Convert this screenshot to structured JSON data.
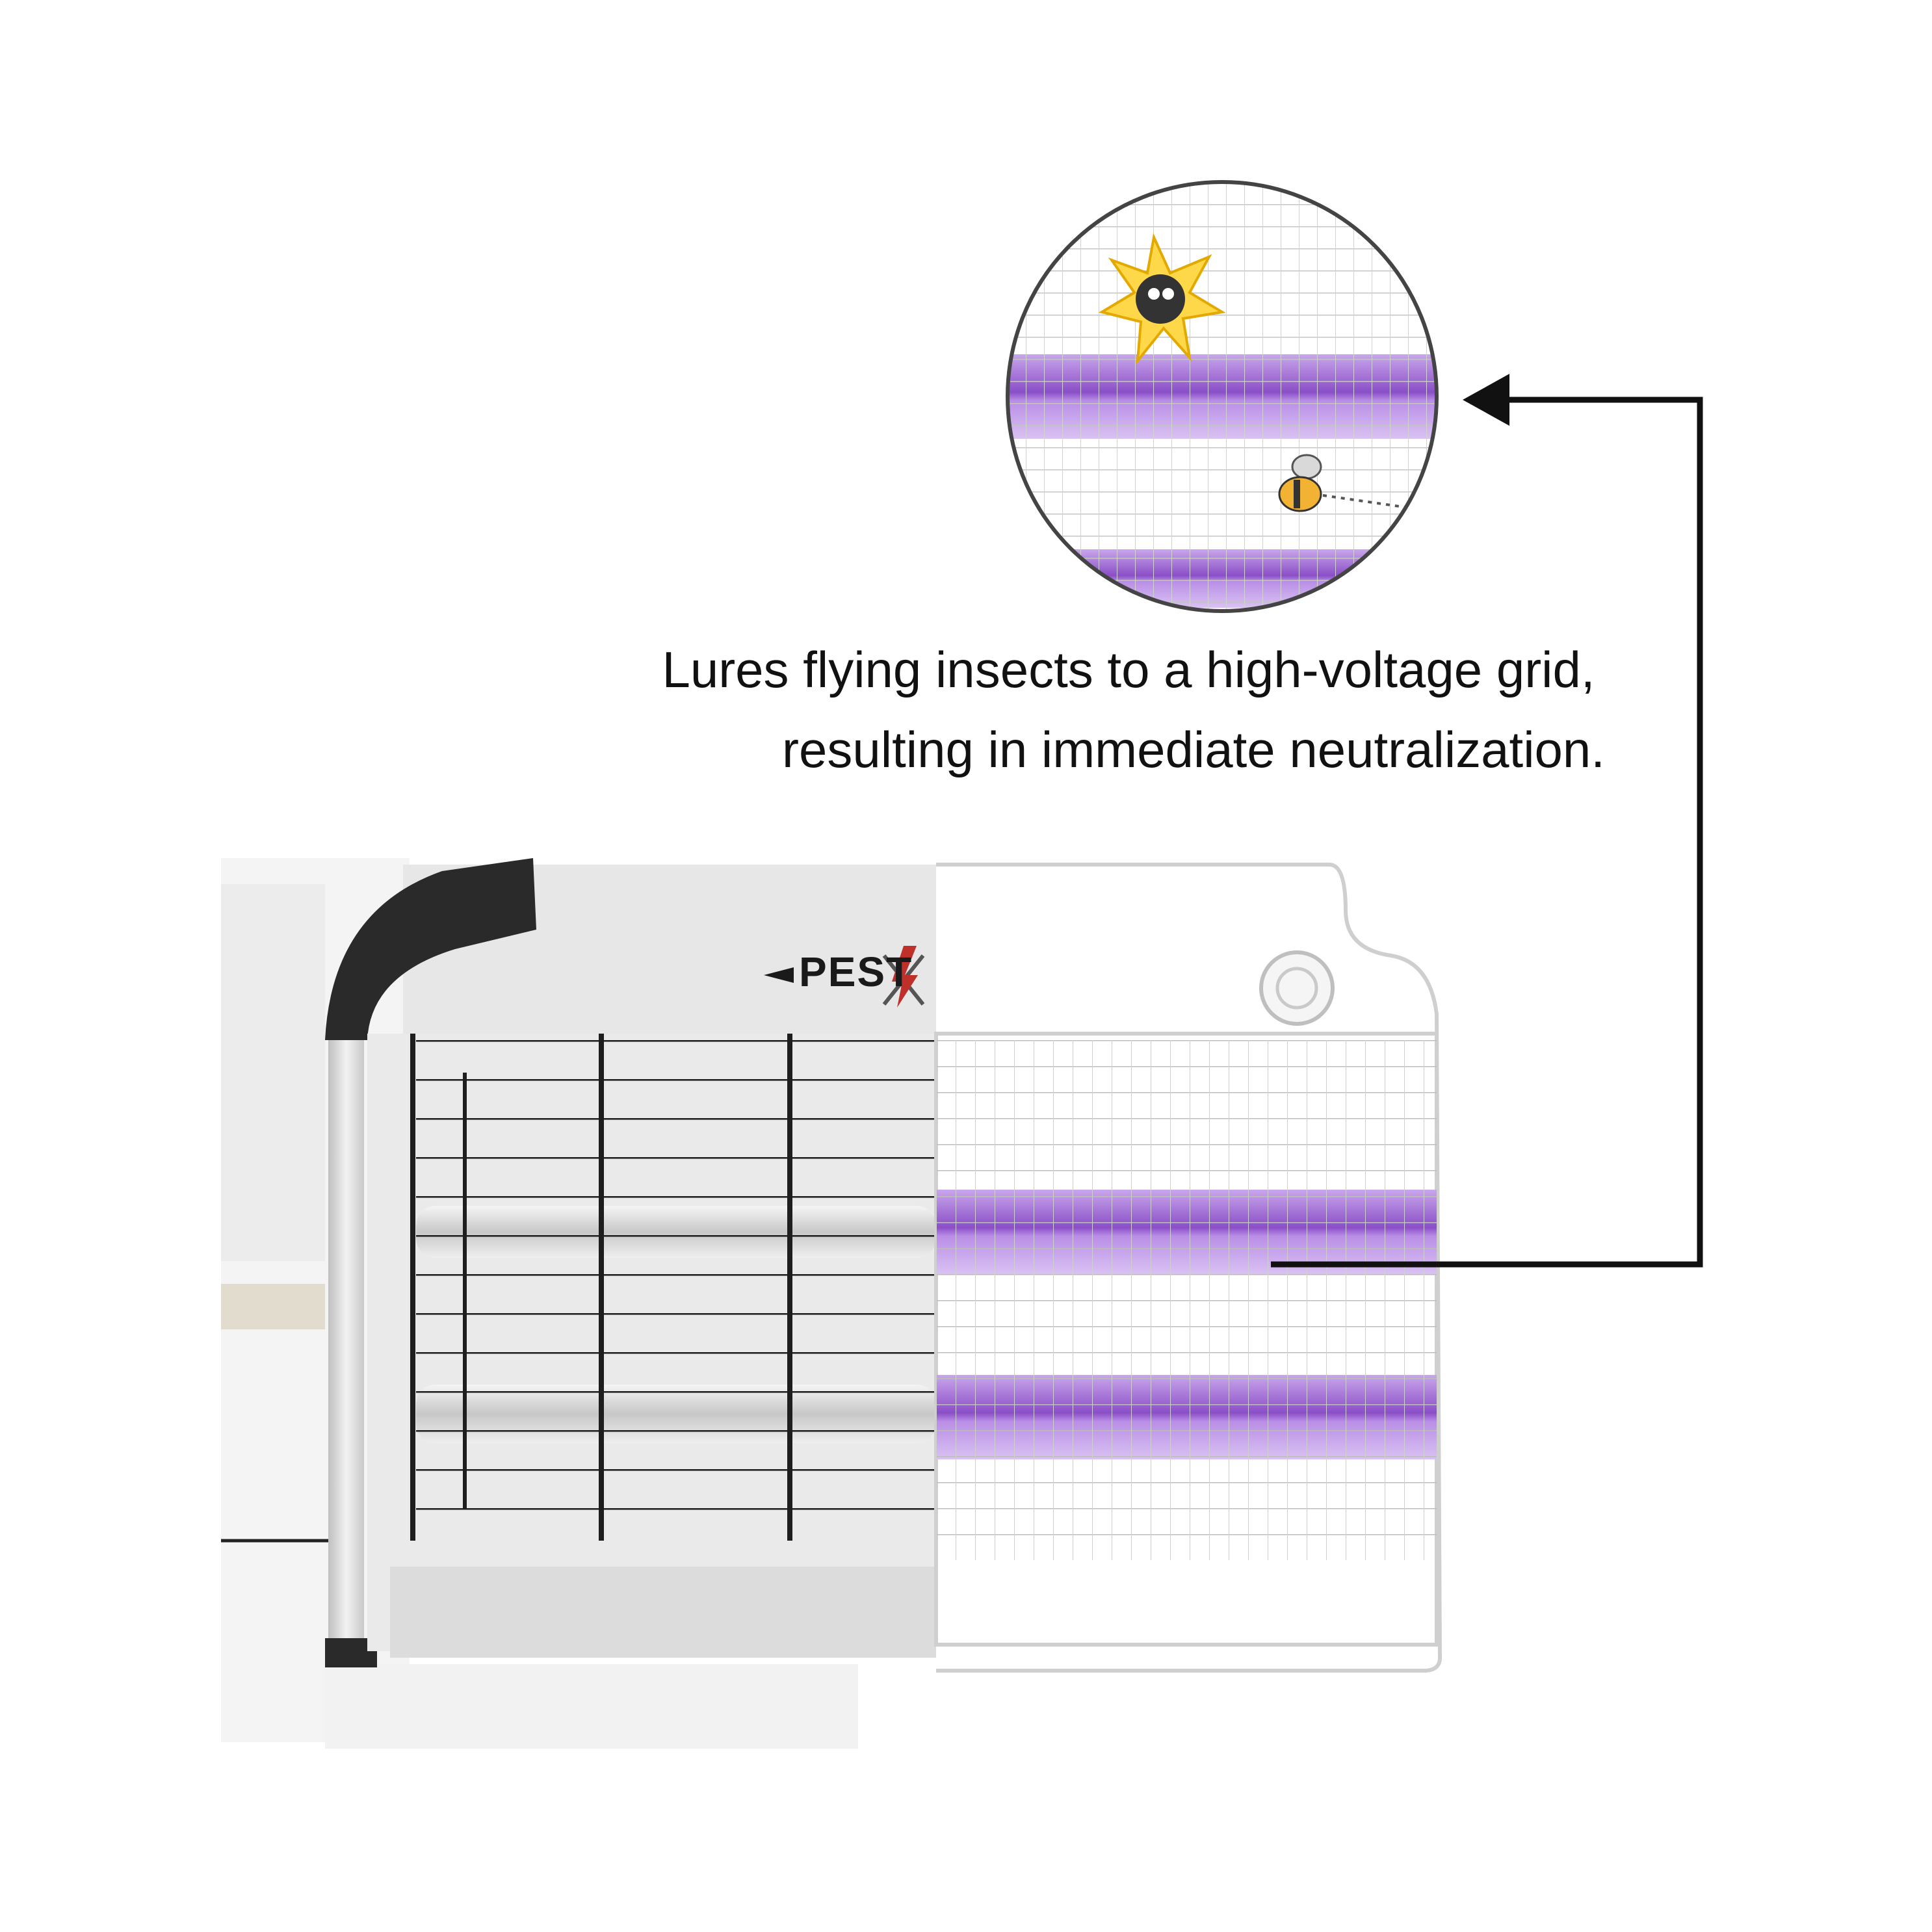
{
  "caption": {
    "line1": "Lures flying insects to a high-voltage grid,",
    "line2": "resulting in immediate neutralization."
  },
  "device": {
    "brand_label": "PEST"
  },
  "colors": {
    "uv_purple": "#8a4fc7",
    "uv_light": "#c9a6ec",
    "frame_silver": "#d9d9d9",
    "corner_black": "#2a2a2a",
    "grid_wire": "#1e1e1e",
    "arrow": "#111111"
  },
  "icons": [
    "zapped-insect-icon",
    "flying-bee-icon",
    "bug-zap-logo-icon",
    "pointer-arrow-icon"
  ]
}
